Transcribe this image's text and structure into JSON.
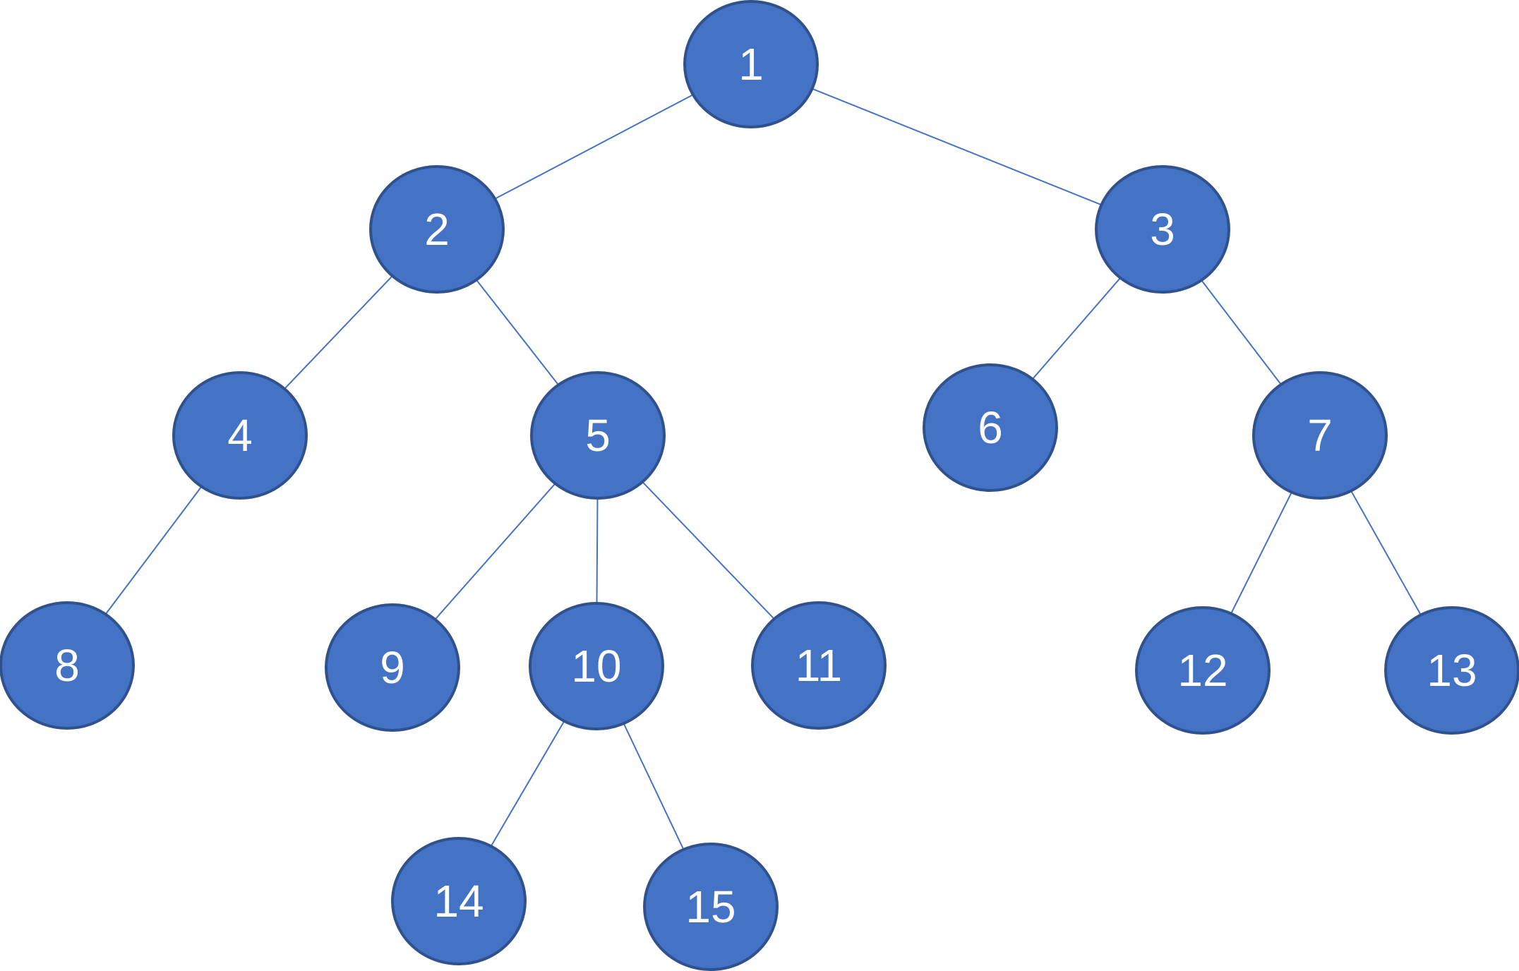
{
  "diagram": {
    "colors": {
      "node_fill": "#4472C4",
      "node_stroke": "#2F528F",
      "edge": "#4472C4",
      "label": "#FFFFFF",
      "background": "#FFFFFF"
    },
    "nodes": [
      {
        "id": "1",
        "label": "1"
      },
      {
        "id": "2",
        "label": "2"
      },
      {
        "id": "3",
        "label": "3"
      },
      {
        "id": "4",
        "label": "4"
      },
      {
        "id": "5",
        "label": "5"
      },
      {
        "id": "6",
        "label": "6"
      },
      {
        "id": "7",
        "label": "7"
      },
      {
        "id": "8",
        "label": "8"
      },
      {
        "id": "9",
        "label": "9"
      },
      {
        "id": "10",
        "label": "10"
      },
      {
        "id": "11",
        "label": "11"
      },
      {
        "id": "12",
        "label": "12"
      },
      {
        "id": "13",
        "label": "13"
      },
      {
        "id": "14",
        "label": "14"
      },
      {
        "id": "15",
        "label": "15"
      }
    ],
    "edges": [
      {
        "from": "1",
        "to": "2"
      },
      {
        "from": "1",
        "to": "3"
      },
      {
        "from": "2",
        "to": "4"
      },
      {
        "from": "2",
        "to": "5"
      },
      {
        "from": "3",
        "to": "6"
      },
      {
        "from": "3",
        "to": "7"
      },
      {
        "from": "4",
        "to": "8"
      },
      {
        "from": "5",
        "to": "9"
      },
      {
        "from": "5",
        "to": "10"
      },
      {
        "from": "5",
        "to": "11"
      },
      {
        "from": "7",
        "to": "12"
      },
      {
        "from": "7",
        "to": "13"
      },
      {
        "from": "10",
        "to": "14"
      },
      {
        "from": "10",
        "to": "15"
      }
    ]
  }
}
